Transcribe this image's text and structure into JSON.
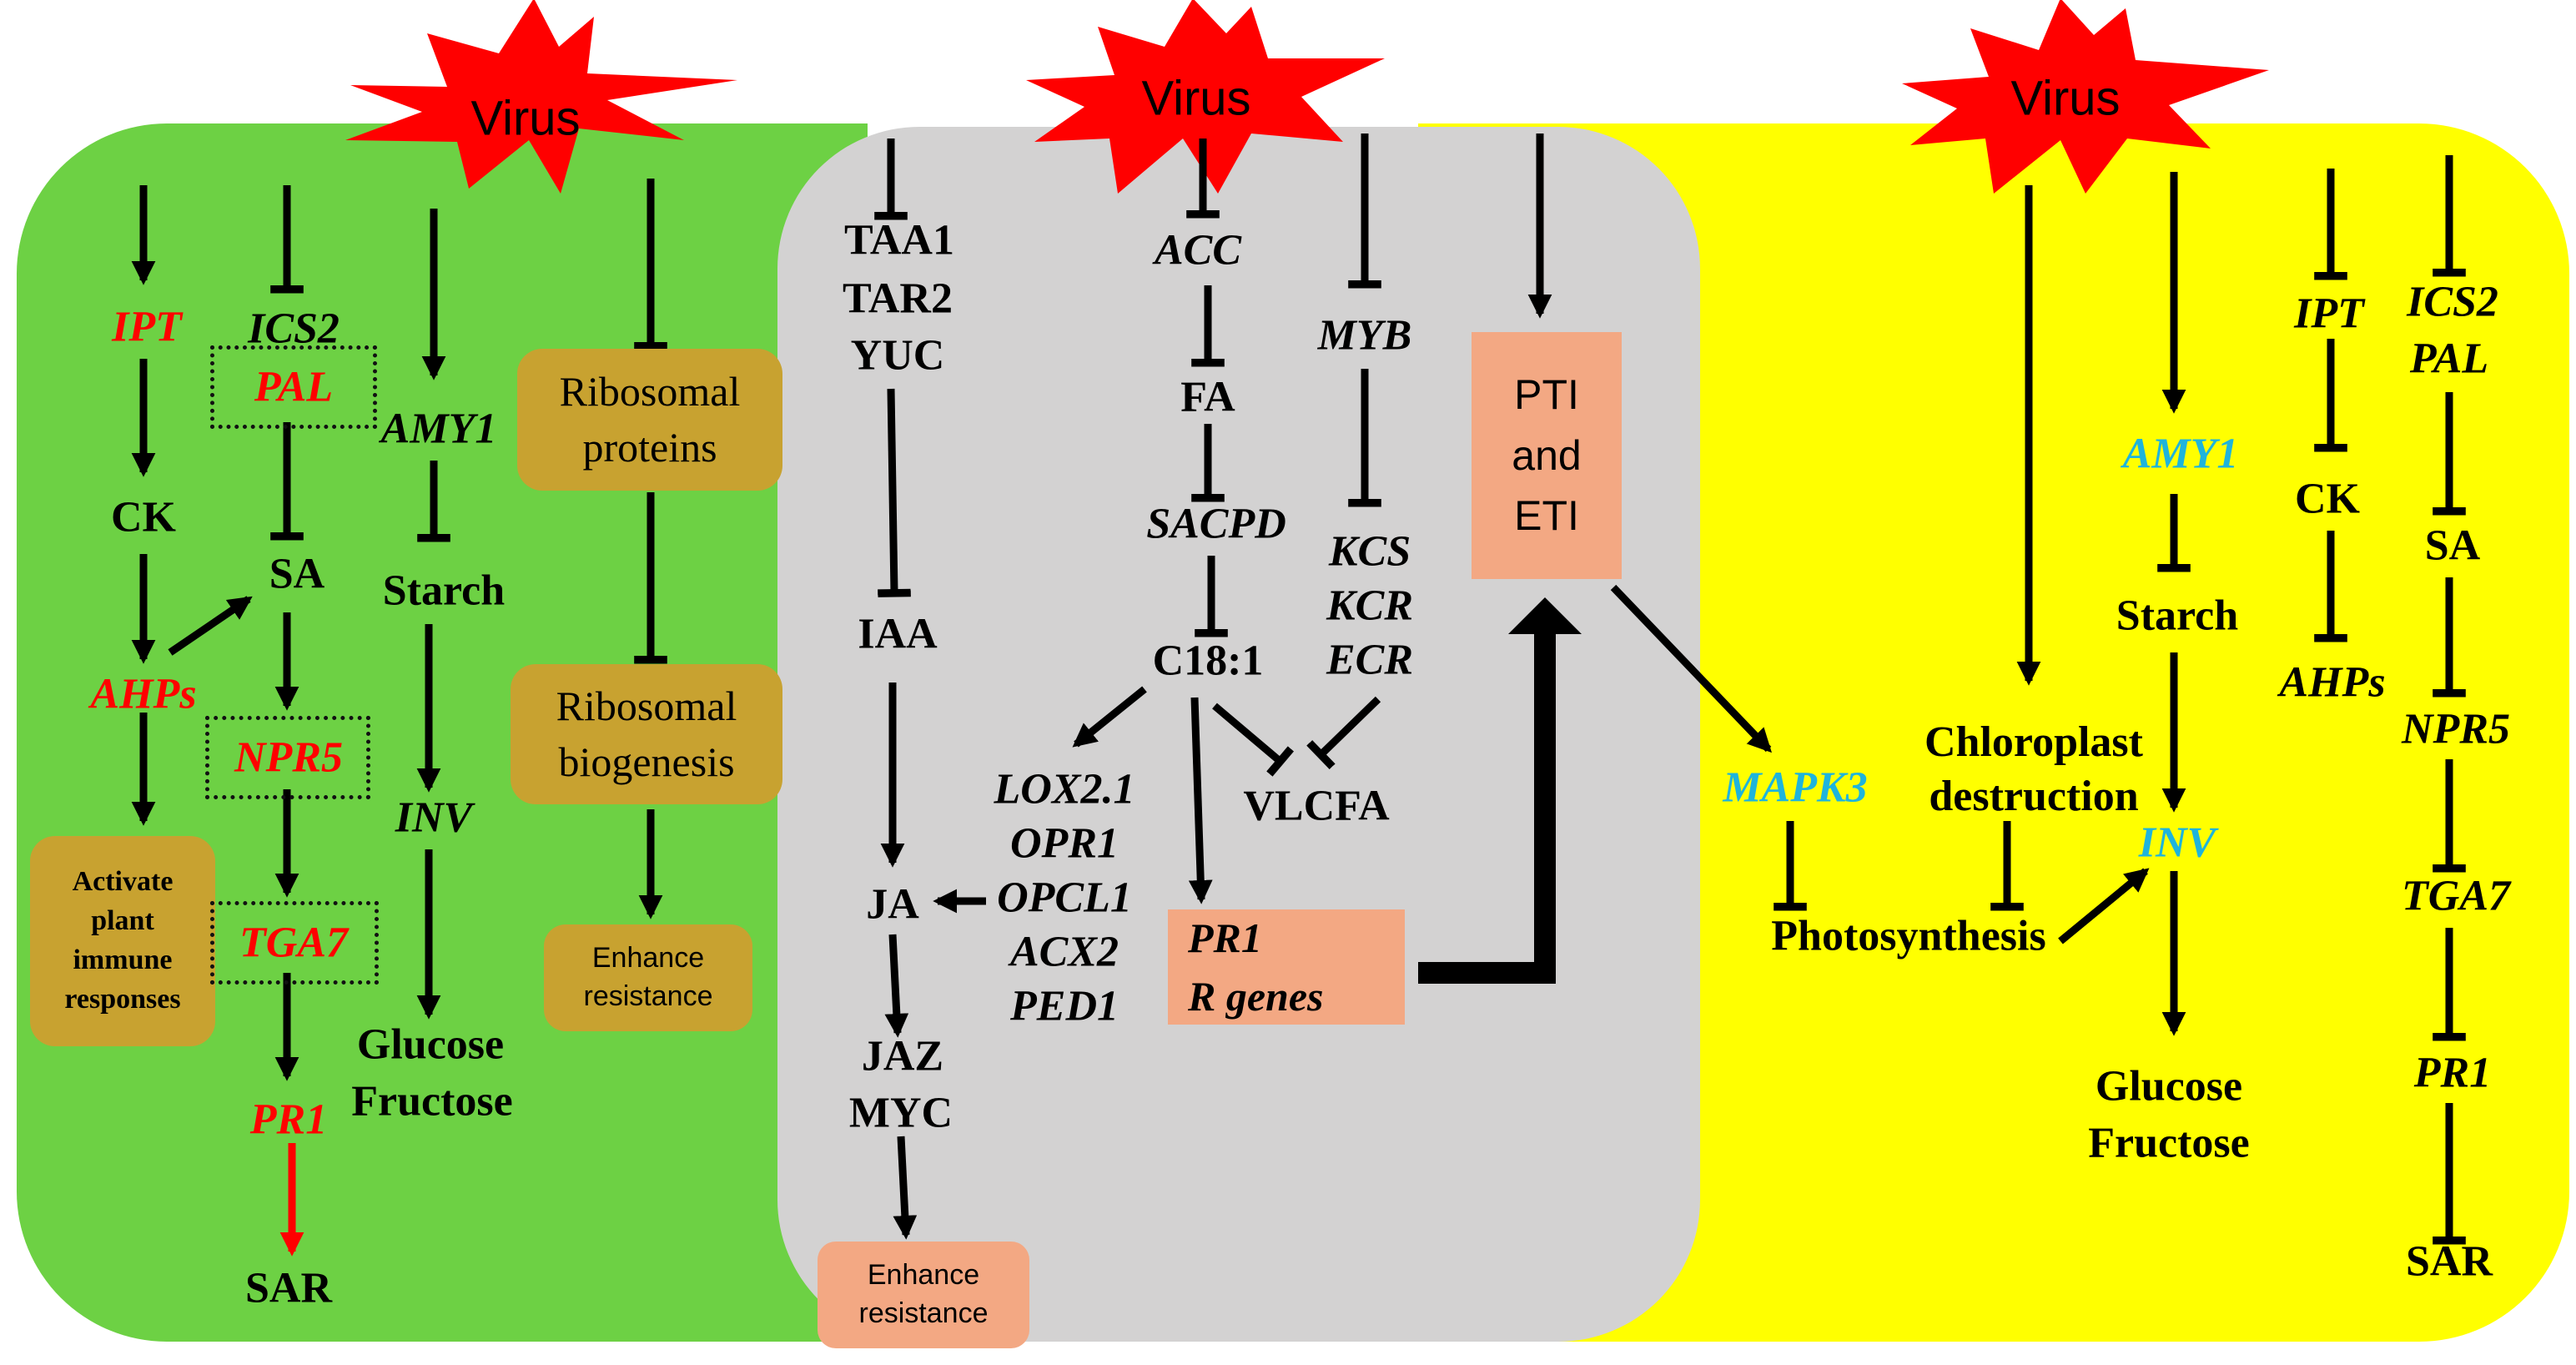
{
  "colors": {
    "left_panel": "#6dd144",
    "middle_panel": "#d3d2d2",
    "right_panel": "#ffff00",
    "virus": "#ff0000",
    "box_gold": "#c8a230",
    "box_salmon": "#f3a883",
    "highlight_red": "#ff0000",
    "highlight_cyan": "#1eb4dc"
  },
  "virus": {
    "left": "Virus",
    "middle": "Virus",
    "right": "Virus"
  },
  "left": {
    "ipt": "IPT",
    "ck": "CK",
    "ahps": "AHPs",
    "activate": [
      "Activate",
      "plant",
      "immune",
      "responses"
    ],
    "ics2": "ICS2",
    "pal": "PAL",
    "sa": "SA",
    "npr5": "NPR5",
    "tga7": "TGA7",
    "pr1": "PR1",
    "sar": "SAR",
    "amy1": "AMY1",
    "starch": "Starch",
    "inv": "INV",
    "glucose": "Glucose",
    "fructose": "Fructose",
    "ribosomal_proteins": [
      "Ribosomal",
      "proteins"
    ],
    "ribosomal_biogenesis": [
      "Ribosomal",
      "biogenesis"
    ],
    "enhance": [
      "Enhance",
      "resistance"
    ]
  },
  "middle": {
    "taa1": "TAA1",
    "tar2": "TAR2",
    "yuc": "YUC",
    "iaa": "IAA",
    "ja": "JA",
    "jaz": "JAZ",
    "myc": "MYC",
    "enhance": [
      "Enhance",
      "resistance"
    ],
    "acc": "ACC",
    "fa": "FA",
    "sacpd": "SACPD",
    "c181": "C18:1",
    "lox": [
      "LOX2.1",
      "OPR1",
      "OPCL1",
      "ACX2",
      "PED1"
    ],
    "myb": "MYB",
    "kcs": "KCS",
    "kcr": "KCR",
    "ecr": "ECR",
    "vlcfa": "VLCFA",
    "pr_box": [
      "PR1",
      "R genes"
    ],
    "pti_eti": [
      "PTI",
      "and",
      "ETI"
    ]
  },
  "right": {
    "mapk3": "MAPK3",
    "photosynthesis": "Photosynthesis",
    "chloroplast": [
      "Chloroplast",
      "destruction"
    ],
    "amy1": "AMY1",
    "starch": "Starch",
    "inv": "INV",
    "glucose": "Glucose",
    "fructose": "Fructose",
    "ipt": "IPT",
    "ck": "CK",
    "ahps": "AHPs",
    "ics2": "ICS2",
    "pal": "PAL",
    "sa": "SA",
    "npr5": "NPR5",
    "tga7": "TGA7",
    "pr1": "PR1",
    "sar": "SAR"
  }
}
